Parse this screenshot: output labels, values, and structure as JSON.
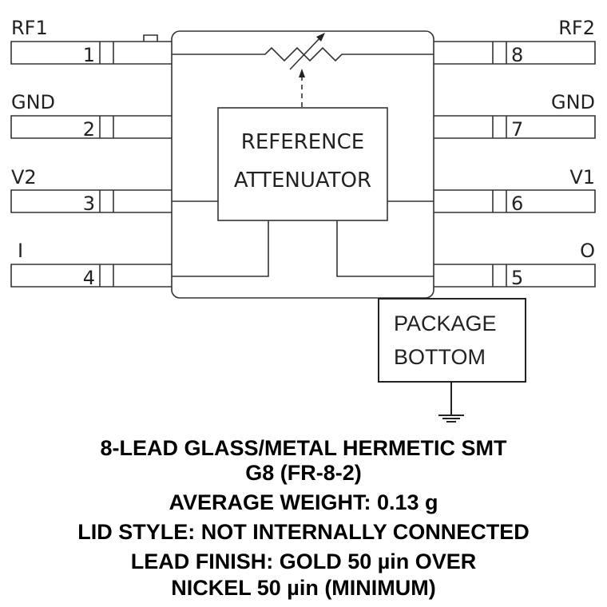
{
  "pins": {
    "left": [
      {
        "name": "RF1",
        "number": "1"
      },
      {
        "name": "GND",
        "number": "2"
      },
      {
        "name": "V2",
        "number": "3"
      },
      {
        "name": "I",
        "number": "4"
      }
    ],
    "right": [
      {
        "name": "RF2",
        "number": "8"
      },
      {
        "name": "GND",
        "number": "7"
      },
      {
        "name": "V1",
        "number": "6"
      },
      {
        "name": "O",
        "number": "5"
      }
    ]
  },
  "blocks": {
    "reference_line1": "REFERENCE",
    "reference_line2": "ATTENUATOR",
    "package_line1": "PACKAGE",
    "package_line2": "BOTTOM"
  },
  "caption": [
    "8-LEAD GLASS/METAL HERMETIC SMT",
    "G8 (FR-8-2)",
    "AVERAGE WEIGHT: 0.13 g",
    "LID STYLE: NOT INTERNALLY CONNECTED",
    "LEAD FINISH: GOLD 50 µin OVER",
    "NICKEL 50 µin (MINIMUM)"
  ]
}
